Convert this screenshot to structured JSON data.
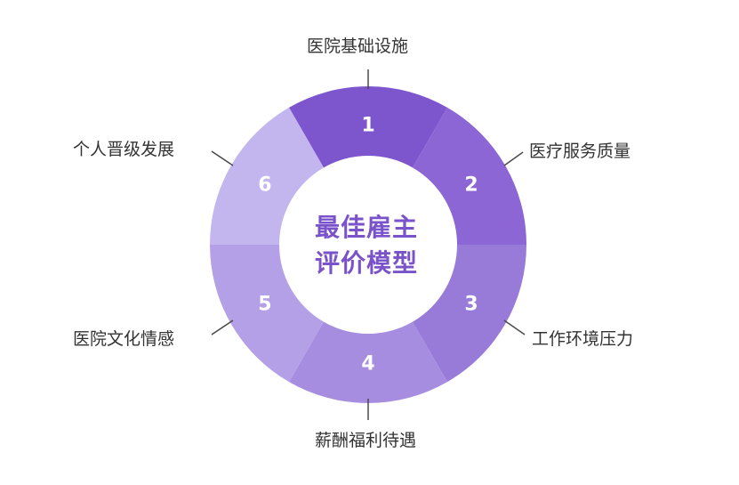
{
  "center_title": {
    "line1": "最佳雇主",
    "line2": "评价模型"
  },
  "colors": {
    "accent": "#7a52c9",
    "label_text": "#333333",
    "leader_line": "#4a4a4a"
  },
  "segments": [
    {
      "number": "1",
      "label": "医院基础设施",
      "color": "#7d55cc"
    },
    {
      "number": "2",
      "label": "医疗服务质量",
      "color": "#8b66d4"
    },
    {
      "number": "3",
      "label": "工作环境压力",
      "color": "#987ad8"
    },
    {
      "number": "4",
      "label": "薪酬福利待遇",
      "color": "#a78ddf"
    },
    {
      "number": "5",
      "label": "医院文化情感",
      "color": "#b4a0e6"
    },
    {
      "number": "6",
      "label": "个人晋级发展",
      "color": "#c3b5ee"
    }
  ]
}
